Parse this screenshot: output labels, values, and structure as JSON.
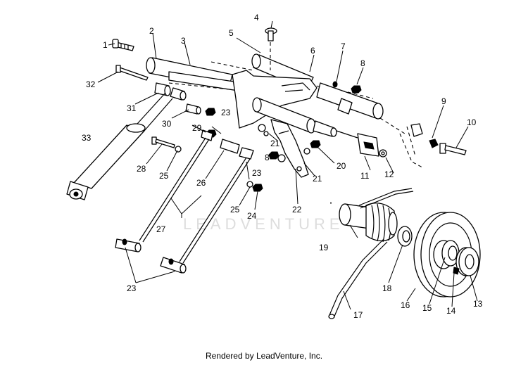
{
  "watermark": "LEADVENTURE",
  "footer": "Rendered by LeadVenture, Inc.",
  "callouts": [
    {
      "id": "c1",
      "label": "1"
    },
    {
      "id": "c2",
      "label": "2"
    },
    {
      "id": "c3",
      "label": "3"
    },
    {
      "id": "c4",
      "label": "4"
    },
    {
      "id": "c5",
      "label": "5"
    },
    {
      "id": "c6",
      "label": "6"
    },
    {
      "id": "c7",
      "label": "7"
    },
    {
      "id": "c8a",
      "label": "8"
    },
    {
      "id": "c8b",
      "label": "8"
    },
    {
      "id": "c9",
      "label": "9"
    },
    {
      "id": "c10",
      "label": "10"
    },
    {
      "id": "c11",
      "label": "11"
    },
    {
      "id": "c12",
      "label": "12"
    },
    {
      "id": "c13",
      "label": "13"
    },
    {
      "id": "c14",
      "label": "14"
    },
    {
      "id": "c15",
      "label": "15"
    },
    {
      "id": "c16",
      "label": "16"
    },
    {
      "id": "c17",
      "label": "17"
    },
    {
      "id": "c18",
      "label": "18"
    },
    {
      "id": "c19",
      "label": "19"
    },
    {
      "id": "c20",
      "label": "20"
    },
    {
      "id": "c21a",
      "label": "21"
    },
    {
      "id": "c21b",
      "label": "21"
    },
    {
      "id": "c22",
      "label": "22"
    },
    {
      "id": "c23a",
      "label": "23"
    },
    {
      "id": "c23b",
      "label": "23"
    },
    {
      "id": "c23c",
      "label": "23"
    },
    {
      "id": "c24",
      "label": "24"
    },
    {
      "id": "c25a",
      "label": "25"
    },
    {
      "id": "c25b",
      "label": "25"
    },
    {
      "id": "c26",
      "label": "26"
    },
    {
      "id": "c27",
      "label": "27"
    },
    {
      "id": "c28",
      "label": "28"
    },
    {
      "id": "c29",
      "label": "29"
    },
    {
      "id": "c30",
      "label": "30"
    },
    {
      "id": "c31",
      "label": "31"
    },
    {
      "id": "c32",
      "label": "32"
    },
    {
      "id": "c33",
      "label": "33"
    }
  ]
}
